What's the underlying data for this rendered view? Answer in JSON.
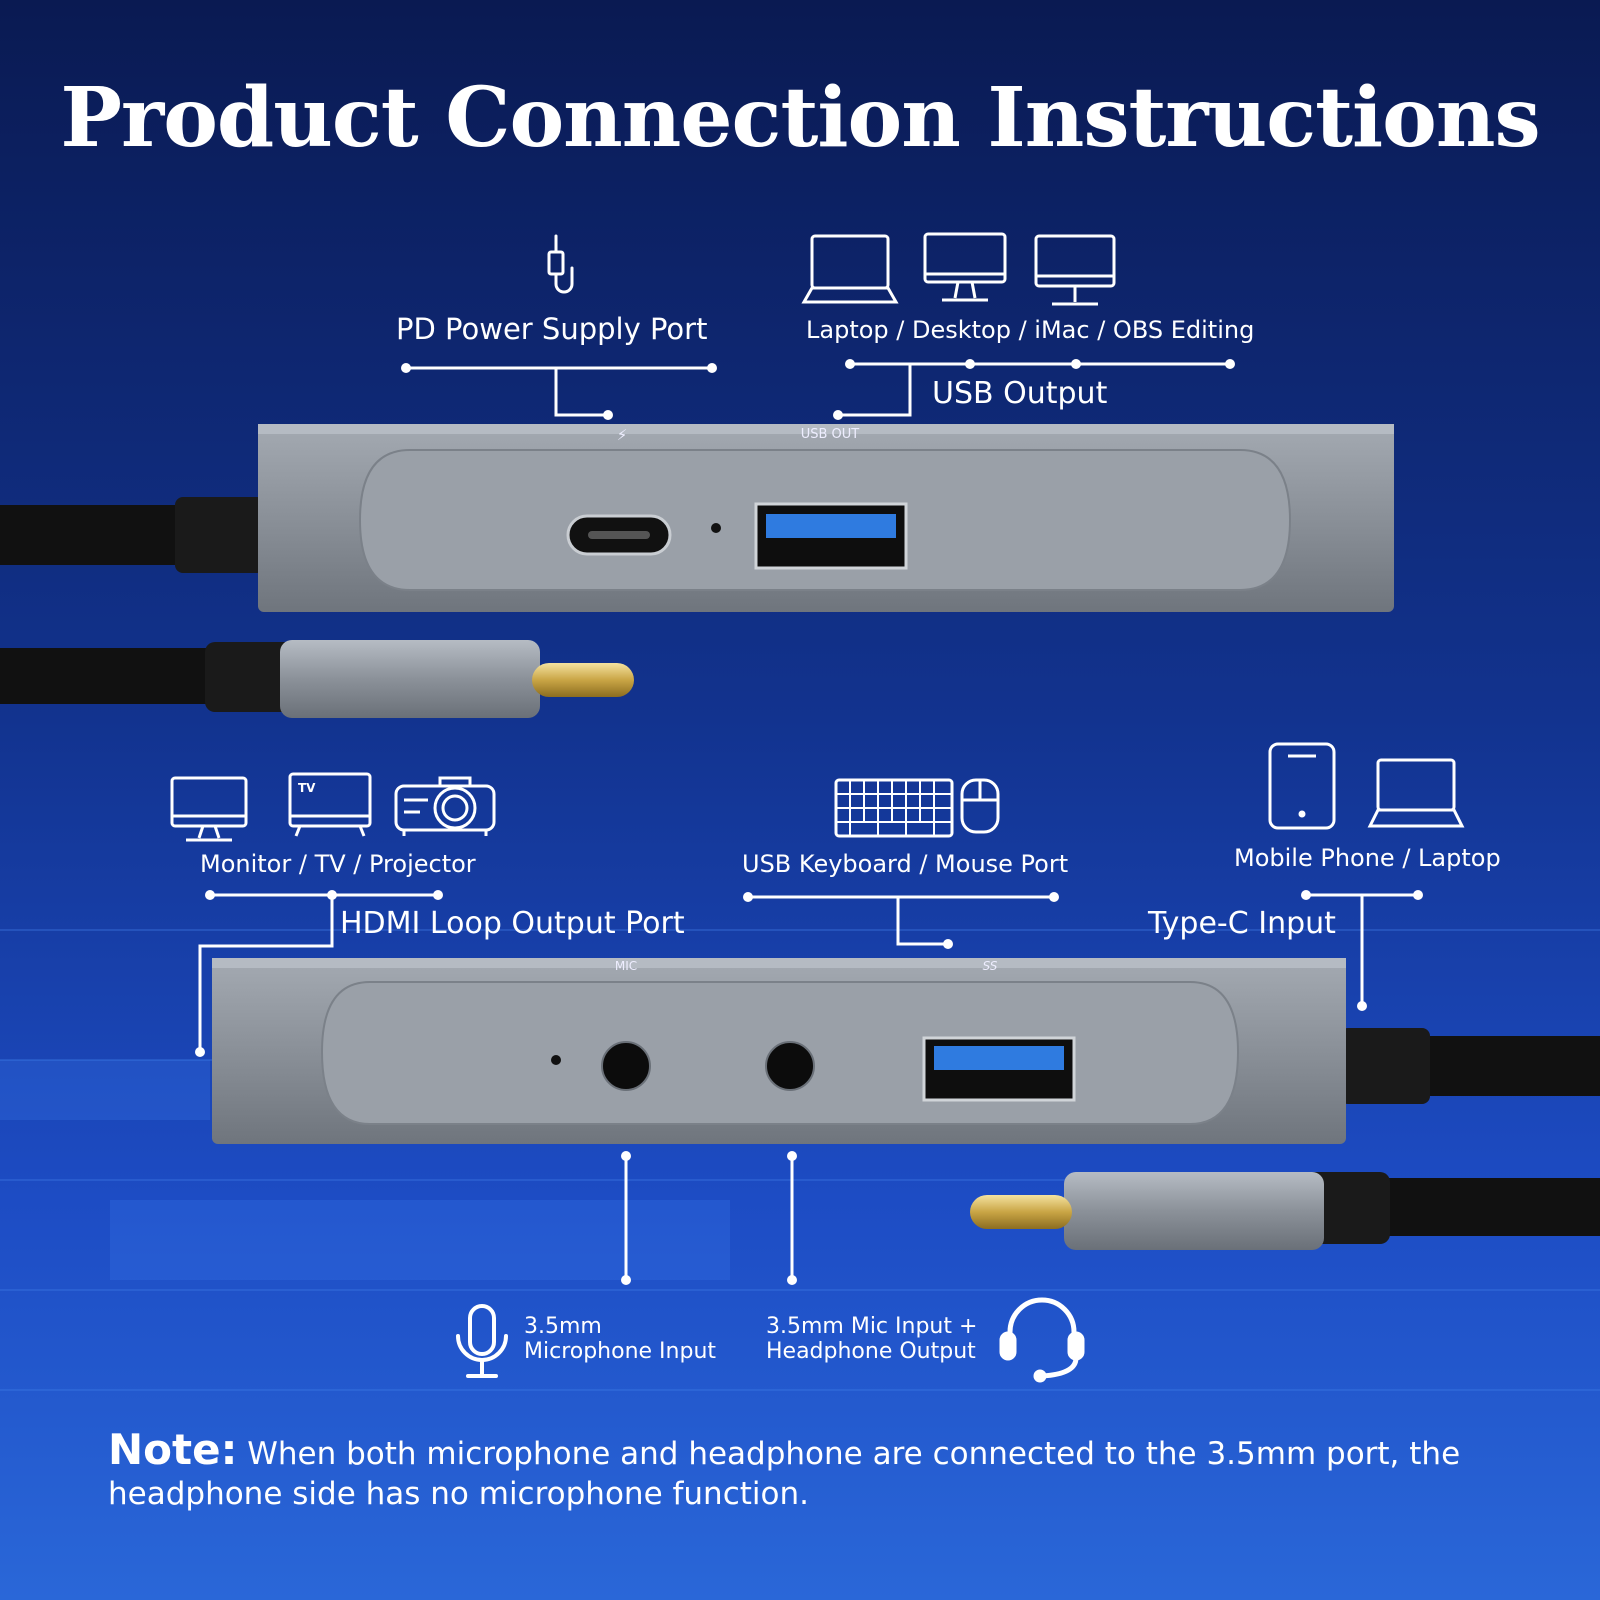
{
  "title": "Product Connection Instructions",
  "top_section": {
    "pd_port_label": "PD Power Supply Port",
    "devices_label": "Laptop / Desktop / iMac / OBS Editing",
    "usb_output_label": "USB Output",
    "port_marks": {
      "pd": "⚡",
      "usb": "USB OUT"
    }
  },
  "bottom_section": {
    "hdmi_devices_label": "Monitor / TV / Projector",
    "hdmi_port_label": "HDMI Loop Output Port",
    "usb_kbd_label": "USB Keyboard / Mouse Port",
    "type_c_devices_label": "Mobile Phone / Laptop",
    "type_c_input_label": "Type-C Input",
    "mic_label_1": "3.5mm",
    "mic_label_2": "Microphone Input",
    "headset_label_1": "3.5mm Mic Input +",
    "headset_label_2": "Headphone Output",
    "port_marks": {
      "mic": "MIC",
      "usb": "SS"
    }
  },
  "note": {
    "prefix": "Note:",
    "text": "When both microphone and headphone are connected to the 3.5mm port, the headphone side has no microphone function."
  },
  "colors": {
    "bg_dark": "#0a1d5c",
    "bg_mid": "#1a3fa8",
    "hub": "#8e949c",
    "usb_blue": "#2f7be0"
  }
}
